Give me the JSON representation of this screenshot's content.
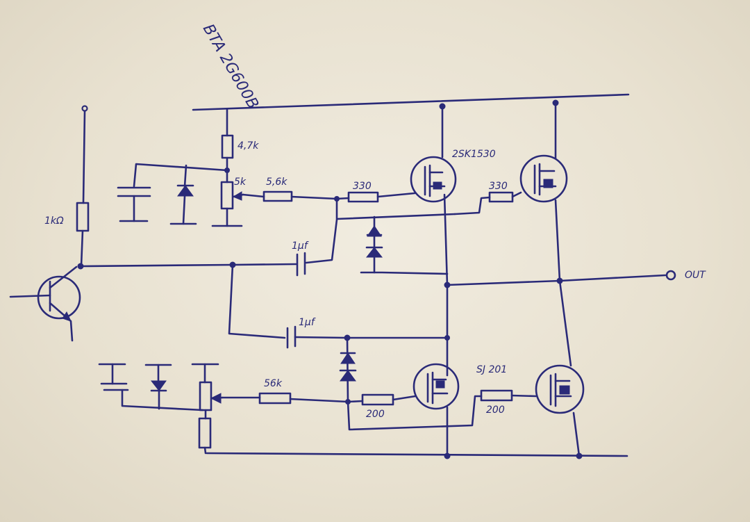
{
  "colors": {
    "paper": "#ece6d7",
    "ink": "#2a2a78"
  },
  "labels": {
    "ic": "BTA 2G600B",
    "r_top": "4,7k",
    "pot_top": "5k",
    "r_56k": "5,6k",
    "r_330_a": "330",
    "r_330_b": "330",
    "mosfet": "2SK1530",
    "r_1k": "1kΩ",
    "cap_a": "1µf",
    "cap_b": "1µf",
    "out": "OUT",
    "r_56k_low": "56k",
    "r_200_a": "200",
    "r_200_b": "200",
    "sj": "SJ 201"
  }
}
